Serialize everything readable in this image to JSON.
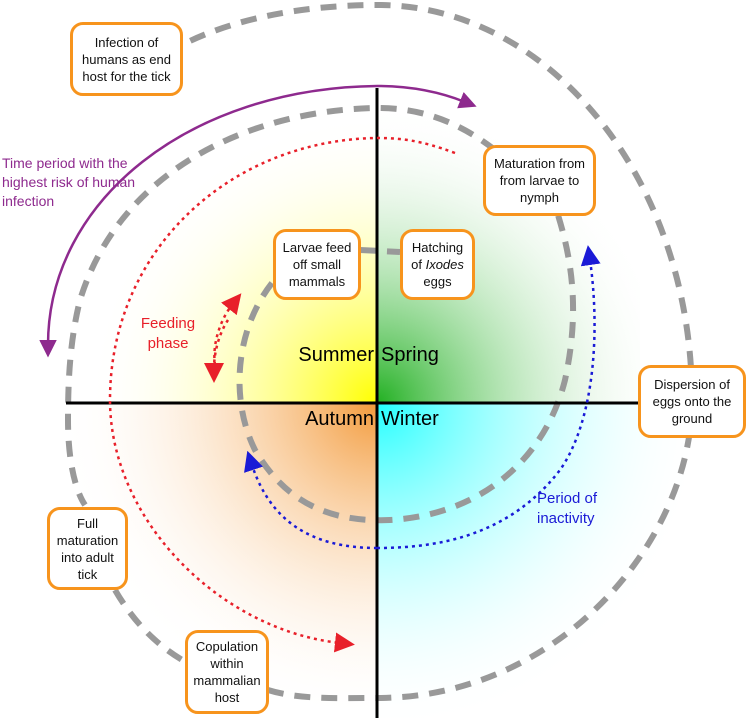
{
  "seasons": {
    "summer": "Summer",
    "spring": "Spring",
    "autumn": "Autumn",
    "winter": "Winter"
  },
  "boxes": {
    "infection": "Infection of humans as end host for the tick",
    "maturation": "Maturation from from larvae to nymph",
    "larvae": "Larvae feed off small mammals",
    "hatching_pre": "Hatching of ",
    "hatching_italic": "Ixodes",
    "hatching_post": " eggs",
    "dispersion": "Dispersion of eggs onto the ground",
    "full_maturation": "Full maturation into adult tick",
    "copulation": "Copulation within mammalian host"
  },
  "labels": {
    "risk": "Time period with the highest risk of human infection",
    "feeding": "Feeding phase",
    "inactivity": "Period of inactivity"
  },
  "colors": {
    "box_border": "#f7941d",
    "risk": "#8e2a8e",
    "feeding": "#e8202a",
    "inactivity": "#1a1ad6",
    "cycle": "#999999",
    "summer": "#ffff00",
    "spring": "#22b022",
    "autumn": "#f39a3a",
    "winter": "#22ffff"
  }
}
